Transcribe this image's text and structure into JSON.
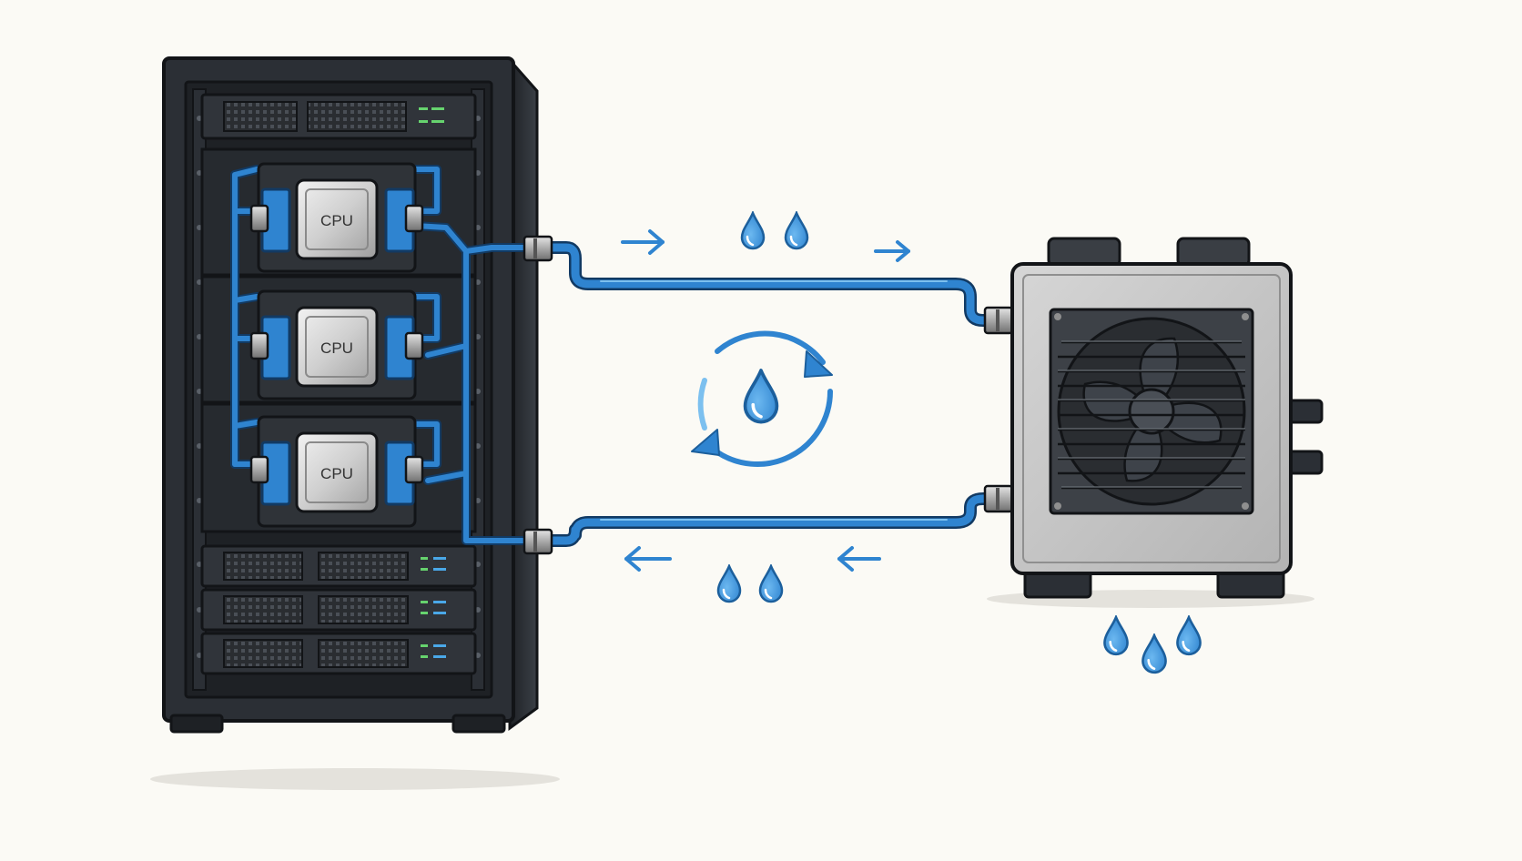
{
  "diagram": {
    "cpu_labels": [
      "CPU",
      "CPU",
      "CPU"
    ],
    "colors": {
      "background": "#fbfaf5",
      "rack_body": "#2b2f35",
      "rack_dark": "#1e2125",
      "coolant": "#2f84d0",
      "coolant_light": "#7cc0ef",
      "chiller_body": "#c9c9c9",
      "chiller_frame": "#9a9a9a",
      "status_led_green": "#66d36e",
      "status_led_blue": "#4aa8e8"
    },
    "icons": {
      "flow_arrow": "arrow-right-icon",
      "return_arrow": "arrow-left-icon",
      "drop": "water-drop-icon",
      "cycle": "recycle-cycle-icon",
      "fan": "fan-icon"
    }
  }
}
